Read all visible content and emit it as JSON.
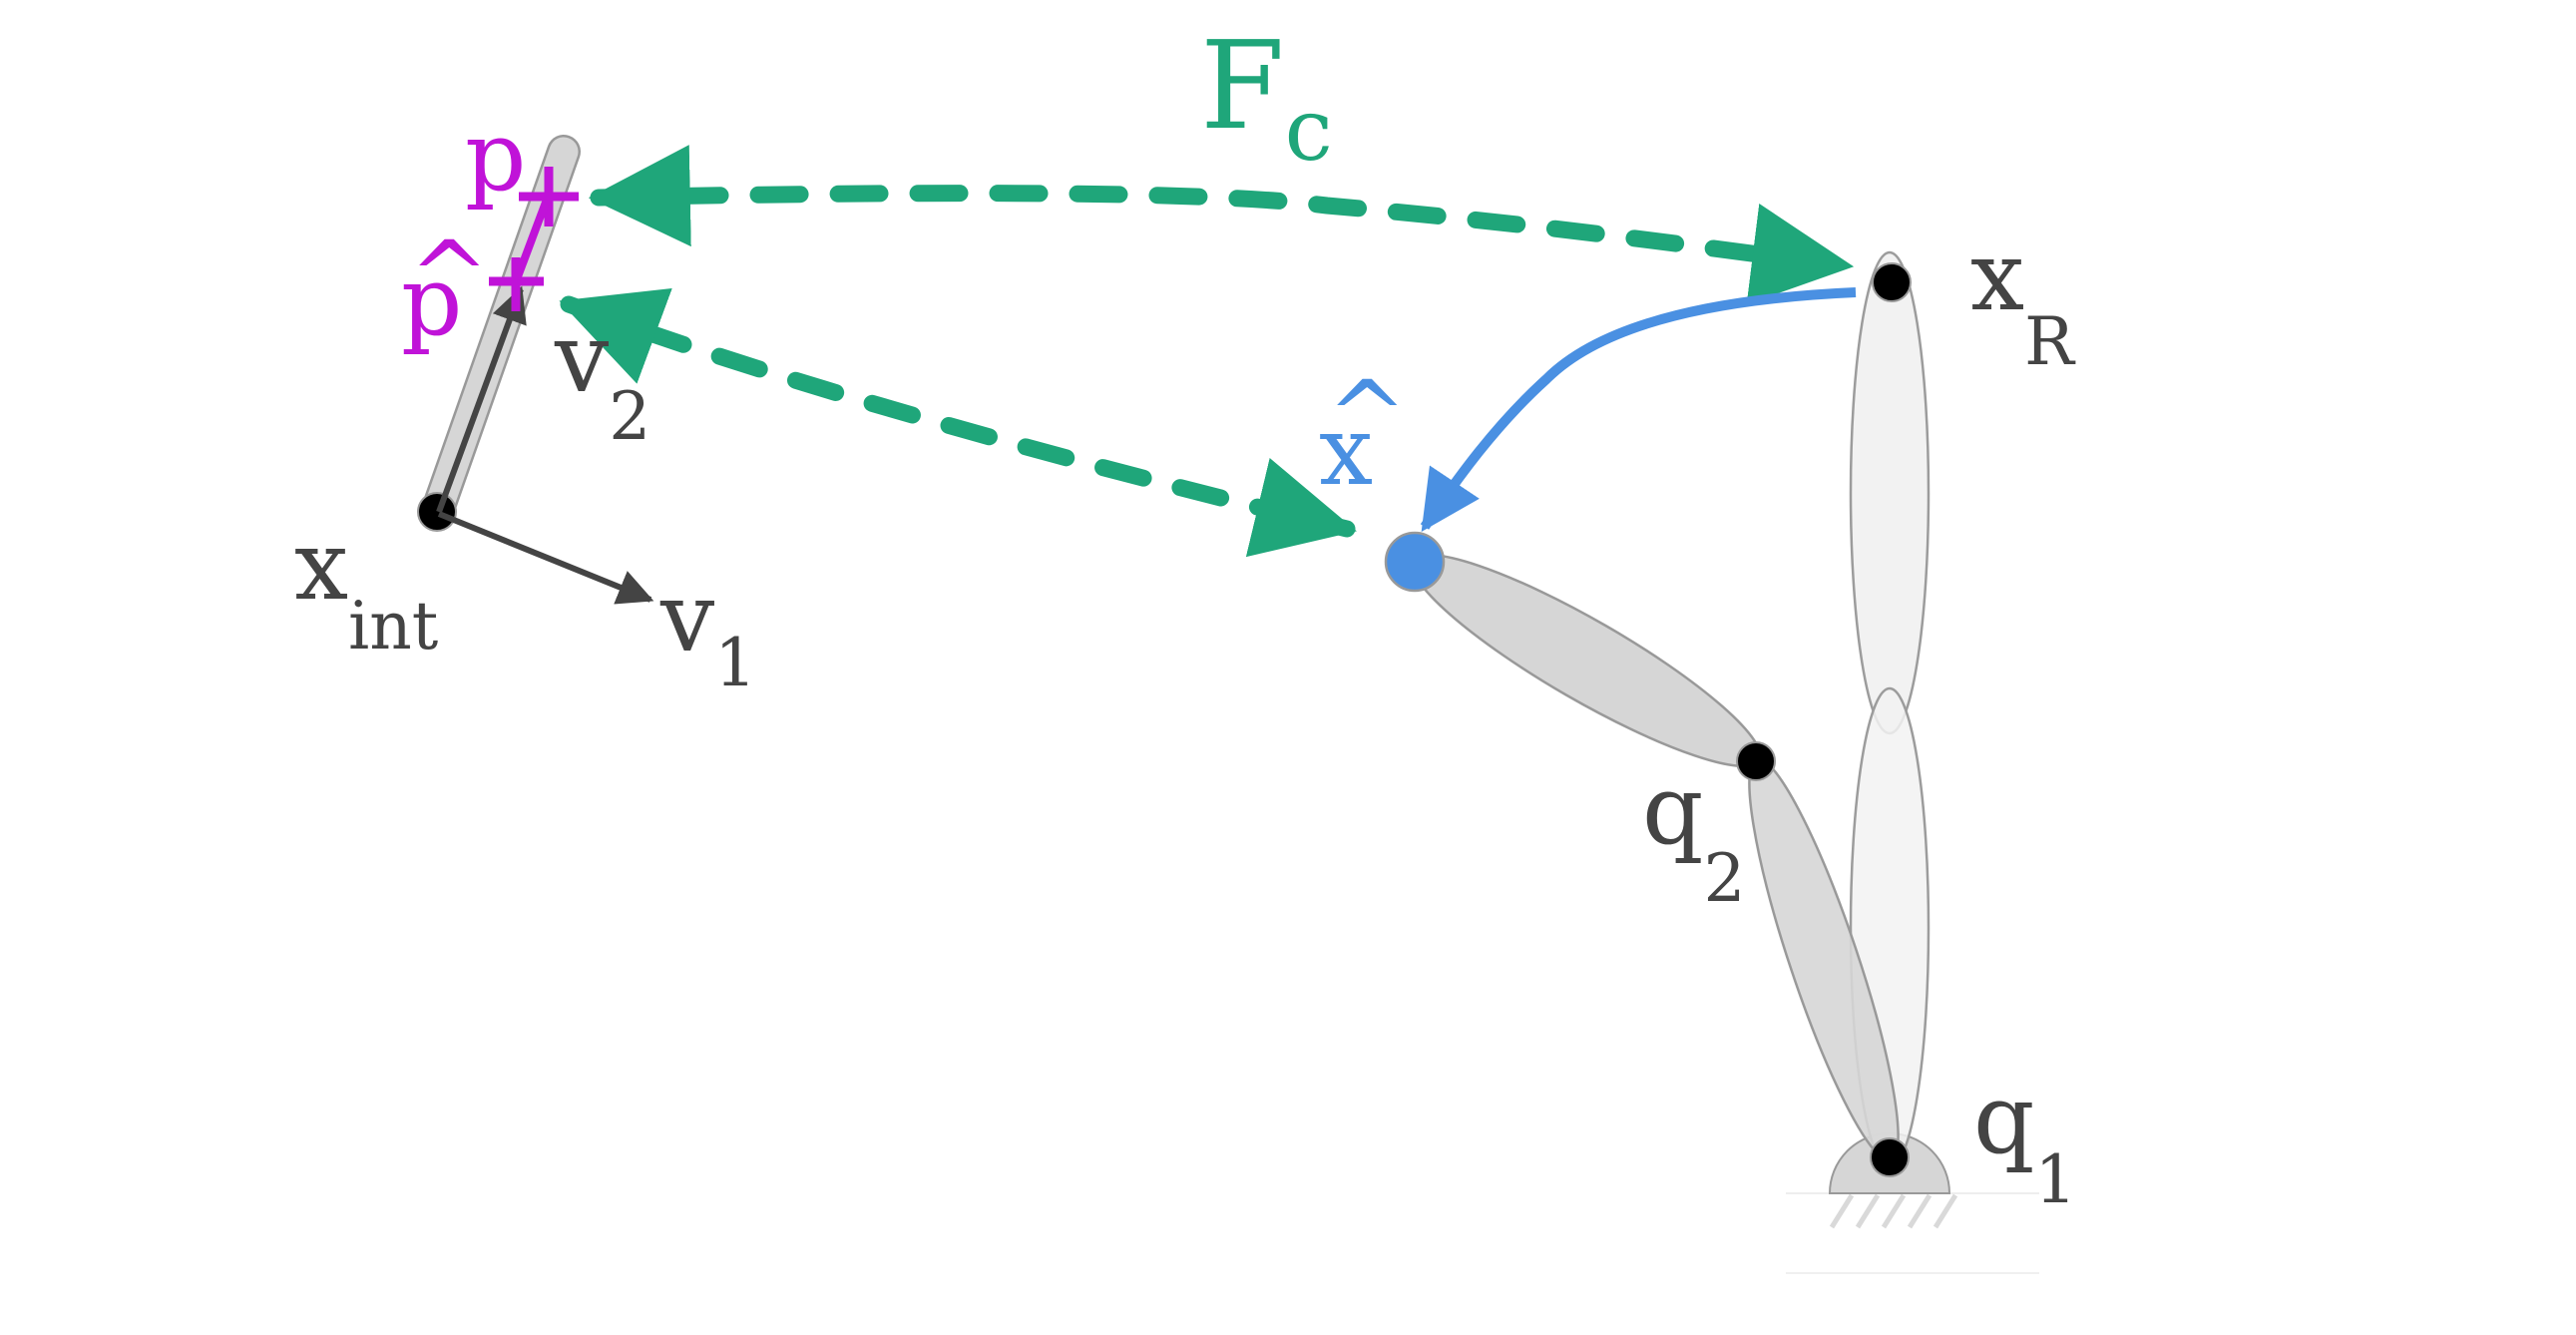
{
  "figure": {
    "type": "robot-arm-contact-diagram",
    "colors": {
      "contact_force": "#1fa67a",
      "estimate": "#4a90e2",
      "contact_point": "#c013d8",
      "text": "#444444",
      "link_fill": "#d6d6d6",
      "link_fill_ghost": "#f2f2f2",
      "link_stroke": "#999999",
      "joint": "#000000",
      "ground_hatch": "#d9d9d9"
    },
    "labels": {
      "force": {
        "main": "F",
        "sub": "c"
      },
      "x_R": {
        "main": "x",
        "sub": "R"
      },
      "x_hat": {
        "main": "x",
        "accent": "^"
      },
      "q1": {
        "main": "q",
        "sub": "1"
      },
      "q2": {
        "main": "q",
        "sub": "2"
      },
      "x_int": {
        "main": "x",
        "sub": "int"
      },
      "v1": {
        "main": "v",
        "sub": "1"
      },
      "v2": {
        "main": "v",
        "sub": "2"
      },
      "p": {
        "main": "p"
      },
      "p_hat": {
        "main": "p",
        "accent": "^"
      }
    },
    "elements": {
      "reference_arm": "Ghost two-link arm pointing straight up from q1 to x_R",
      "estimated_arm": "Solid two-link arm from q1 through q2 to estimated end-effector x̂",
      "object": "Thin bar with interaction frame at x_int and axes v1, v2",
      "contact_force_arrows": "Dashed green double-headed arrows between p and x_R, and between p̂ and x̂",
      "estimate_arrow": "Solid blue arrow from x_R to x̂"
    }
  }
}
